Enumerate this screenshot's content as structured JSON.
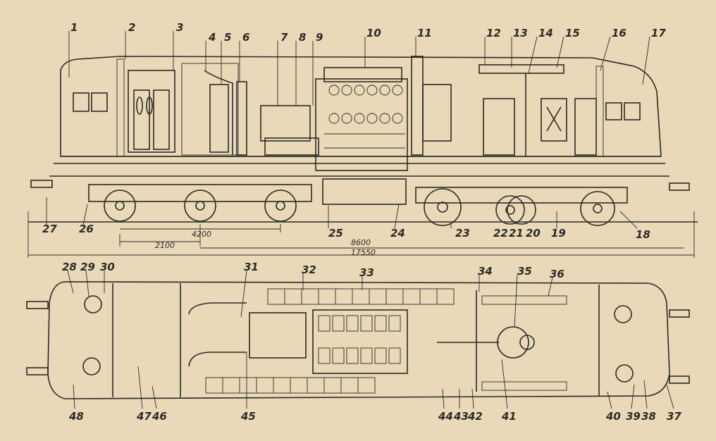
{
  "side_view": {
    "top_labels": [
      "1",
      "2",
      "3",
      "4",
      "5",
      "6",
      "7",
      "8",
      "9",
      "10",
      "11",
      "12",
      "13",
      "14",
      "15",
      "16",
      "17"
    ],
    "bottom_labels": [
      "27",
      "26",
      "25",
      "24",
      "23",
      "22",
      "21",
      "20",
      "19",
      "18"
    ],
    "dimensions": {
      "bogie_wheelbase": "2100",
      "bogie_length": "4200",
      "bogie_centres": "8600",
      "overall_length": "17550"
    }
  },
  "plan_view": {
    "top_labels": [
      "28",
      "29",
      "30",
      "31",
      "32",
      "33",
      "34",
      "35",
      "36"
    ],
    "bottom_labels": [
      "48",
      "47",
      "46",
      "45",
      "44",
      "43",
      "42",
      "41",
      "40",
      "39",
      "38",
      "37"
    ]
  },
  "colors": {
    "paper": "#e9d9b8",
    "ink": "#2b2a26"
  }
}
